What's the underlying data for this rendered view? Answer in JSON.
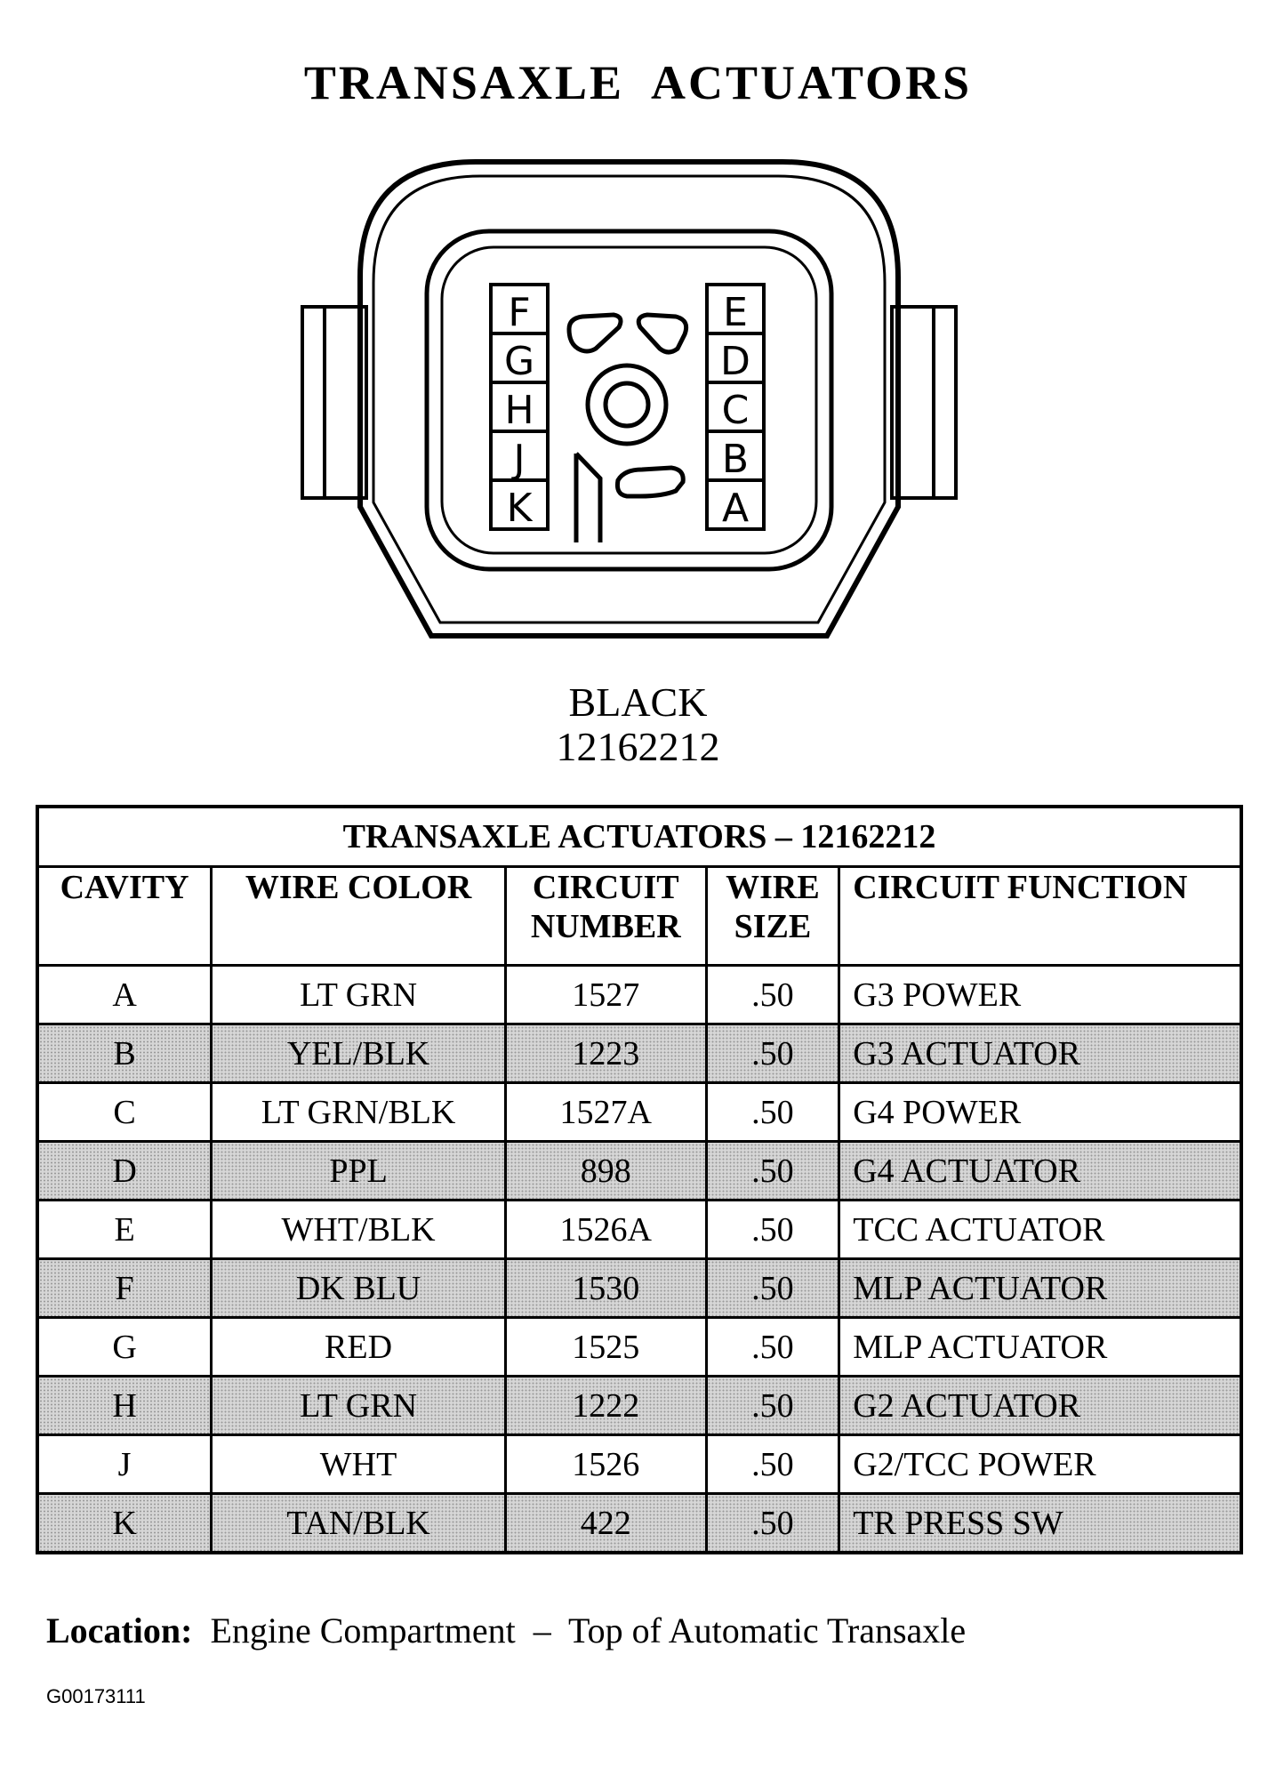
{
  "title": "TRANSAXLE  ACTUATORS",
  "connector": {
    "color": "BLACK",
    "part_number": "12162212",
    "left_pins": [
      "F",
      "G",
      "H",
      "J",
      "K"
    ],
    "right_pins": [
      "E",
      "D",
      "C",
      "B",
      "A"
    ]
  },
  "table": {
    "title": "TRANSAXLE ACTUATORS – 12162212",
    "headers": {
      "cavity": "CAVITY",
      "wire_color": "WIRE COLOR",
      "circuit_number_1": "CIRCUIT",
      "circuit_number_2": "NUMBER",
      "wire_size_1": "WIRE",
      "wire_size_2": "SIZE",
      "circuit_function": "CIRCUIT FUNCTION"
    },
    "rows": [
      {
        "cavity": "A",
        "wire_color": "LT GRN",
        "circuit": "1527",
        "size": ".50",
        "function": "G3 POWER"
      },
      {
        "cavity": "B",
        "wire_color": "YEL/BLK",
        "circuit": "1223",
        "size": ".50",
        "function": "G3 ACTUATOR"
      },
      {
        "cavity": "C",
        "wire_color": "LT GRN/BLK",
        "circuit": "1527A",
        "size": ".50",
        "function": "G4 POWER"
      },
      {
        "cavity": "D",
        "wire_color": "PPL",
        "circuit": "898",
        "size": ".50",
        "function": "G4 ACTUATOR"
      },
      {
        "cavity": "E",
        "wire_color": "WHT/BLK",
        "circuit": "1526A",
        "size": ".50",
        "function": "TCC ACTUATOR"
      },
      {
        "cavity": "F",
        "wire_color": "DK BLU",
        "circuit": "1530",
        "size": ".50",
        "function": "MLP ACTUATOR"
      },
      {
        "cavity": "G",
        "wire_color": "RED",
        "circuit": "1525",
        "size": ".50",
        "function": "MLP ACTUATOR"
      },
      {
        "cavity": "H",
        "wire_color": "LT GRN",
        "circuit": "1222",
        "size": ".50",
        "function": "G2 ACTUATOR"
      },
      {
        "cavity": "J",
        "wire_color": "WHT",
        "circuit": "1526",
        "size": ".50",
        "function": "G2/TCC POWER"
      },
      {
        "cavity": "K",
        "wire_color": "TAN/BLK",
        "circuit": "422",
        "size": ".50",
        "function": "TR PRESS SW"
      }
    ]
  },
  "location": {
    "label": "Location:",
    "text": "  Engine Compartment  –  Top of Automatic Transaxle"
  },
  "figure_id": "G00173111"
}
